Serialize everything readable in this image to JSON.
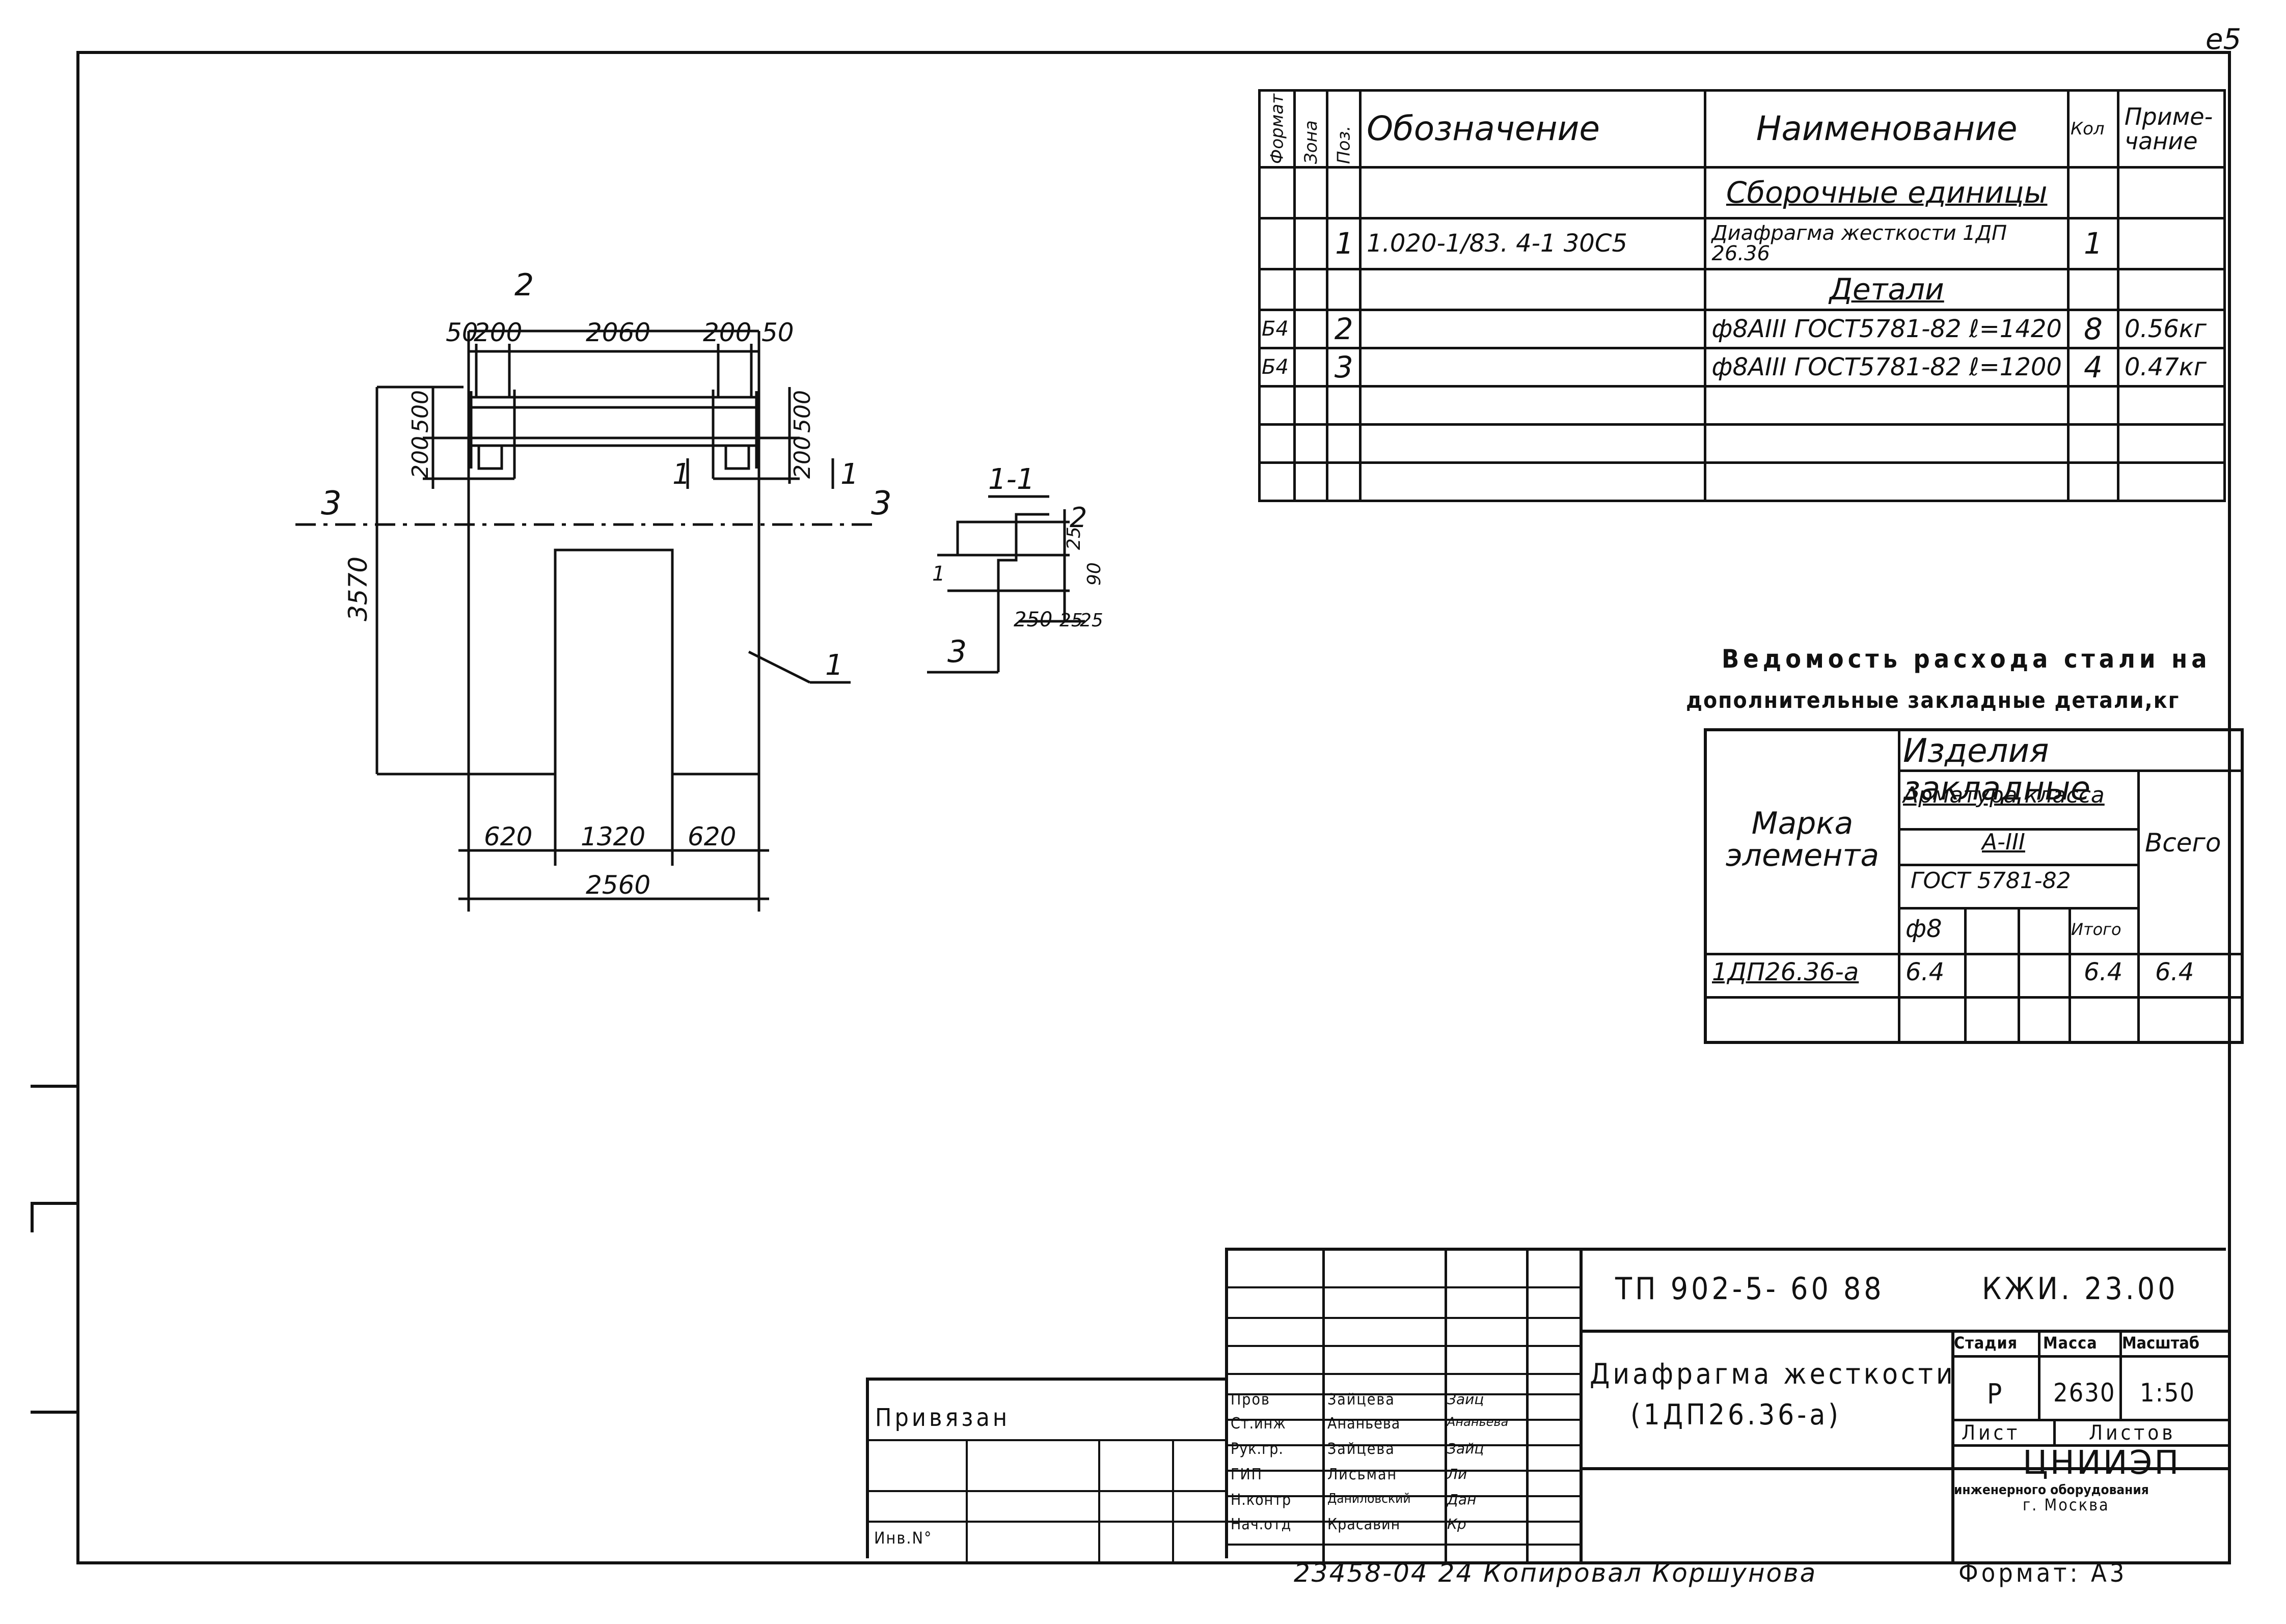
{
  "sheet_number": "е5",
  "spec_table": {
    "headers": {
      "format": "Формат",
      "zone": "Зона",
      "pos": "Поз.",
      "designation": "Обозначение",
      "name": "Наименование",
      "qty": "Кол",
      "note": "Приме-чание"
    },
    "rows": [
      {
        "format": "",
        "zone": "",
        "pos": "",
        "designation": "",
        "name": "Сборочные единицы",
        "qty": "",
        "note": ""
      },
      {
        "format": "",
        "zone": "",
        "pos": "1",
        "designation": "1.020-1/83. 4-1 30С5",
        "name": "Диафрагма жесткости 1ДП 26.36",
        "qty": "1",
        "note": ""
      },
      {
        "format": "",
        "zone": "",
        "pos": "",
        "designation": "",
        "name": "Детали",
        "qty": "",
        "note": ""
      },
      {
        "format": "Б4",
        "zone": "",
        "pos": "2",
        "designation": "",
        "name": "ф8АIII ГОСТ5781-82 ℓ=1420",
        "qty": "8",
        "note": "0.56кг"
      },
      {
        "format": "Б4",
        "zone": "",
        "pos": "3",
        "designation": "",
        "name": "ф8АIII ГОСТ5781-82 ℓ=1200",
        "qty": "4",
        "note": "0.47кг"
      },
      {
        "format": "",
        "zone": "",
        "pos": "",
        "designation": "",
        "name": "",
        "qty": "",
        "note": ""
      },
      {
        "format": "",
        "zone": "",
        "pos": "",
        "designation": "",
        "name": "",
        "qty": "",
        "note": ""
      },
      {
        "format": "",
        "zone": "",
        "pos": "",
        "designation": "",
        "name": "",
        "qty": "",
        "note": ""
      }
    ]
  },
  "drawing": {
    "label_top": "2",
    "dims_top": [
      "50",
      "200",
      "2060",
      "200",
      "50"
    ],
    "dims_left": [
      "500",
      "200"
    ],
    "dims_right": [
      "500",
      "200"
    ],
    "height_dim": "3570",
    "section_mark_left": "3",
    "section_mark_right": "3",
    "cut_mark_left": "1",
    "cut_mark_right": "1",
    "leader_label": "1",
    "dims_bottom": [
      "620",
      "1320",
      "620"
    ],
    "total_width": "2560"
  },
  "section": {
    "title": "1-1",
    "label_2": "2",
    "label_3": "3",
    "label_1": "1",
    "dims": [
      "25",
      "90",
      "250",
      "25",
      "25"
    ]
  },
  "steel_statement": {
    "title_line1": "Ведомость расхода стали на",
    "title_line2": "дополнительные закладные детали,кг",
    "header_group": "Изделия закладные",
    "header_class": "Арматура класса",
    "header_class2": "А-III",
    "header_gost": "ГОСТ 5781-82",
    "header_mark": "Марка элемента",
    "header_d8": "ф8",
    "header_itogo": "Итого",
    "header_total": "Всего",
    "row": {
      "mark": "1ДП26.36-а",
      "d8": "6.4",
      "itogo": "6.4",
      "total": "6.4"
    }
  },
  "title_block": {
    "project_code": "ТП 902-5- 60 88",
    "doc_code": "КЖИ. 23.00",
    "title_line1": "Диафрагма жесткости",
    "title_line2": "(1ДП26.36-а)",
    "stage_label": "Стадия",
    "mass_label": "Масса",
    "scale_label": "Масштаб",
    "stage_value": "Р",
    "mass_value": "2630",
    "scale_value": "1:50",
    "sheet_label": "Лист",
    "sheets_label": "Листов",
    "org_name": "ЦНИИЭП",
    "org_line2": "инженерного оборудования",
    "org_line3": "г. Москва",
    "privyazan": "Привязан",
    "inv_no": "Инв.N°",
    "signers": [
      {
        "role": "Пров",
        "name": "Зайцева",
        "sign": "Зайц"
      },
      {
        "role": "Ст.инж",
        "name": "Ананьева",
        "sign": "Ананьева"
      },
      {
        "role": "Рук.гр.",
        "name": "Зайцева",
        "sign": "Зайц"
      },
      {
        "role": "ГИП",
        "name": "Лисьман",
        "sign": "Ли"
      },
      {
        "role": "Н.контр",
        "name": "Даниловский",
        "sign": "Дан"
      },
      {
        "role": "Нач.отд",
        "name": "Красавин",
        "sign": "Кр"
      }
    ]
  },
  "footer": {
    "copy_note": "23458-04 24 Копировал Коршунова",
    "format": "Формат: А3"
  }
}
